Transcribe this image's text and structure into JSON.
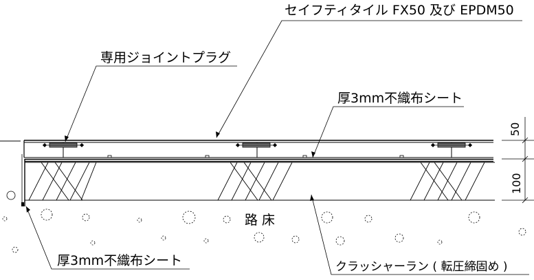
{
  "labels": {
    "top_title": "セイフティタイル FX50 及び EPDM50",
    "joint_plug": "専用ジョイントプラグ",
    "nonwoven_upper": "厚3mm不織布シート",
    "nonwoven_lower": "厚3mm不織布シート",
    "subgrade": "路 床",
    "crusher_run": "クラッシャーラン ( 転圧締固め )"
  },
  "dimensions": {
    "tile": "50",
    "base": "100"
  }
}
